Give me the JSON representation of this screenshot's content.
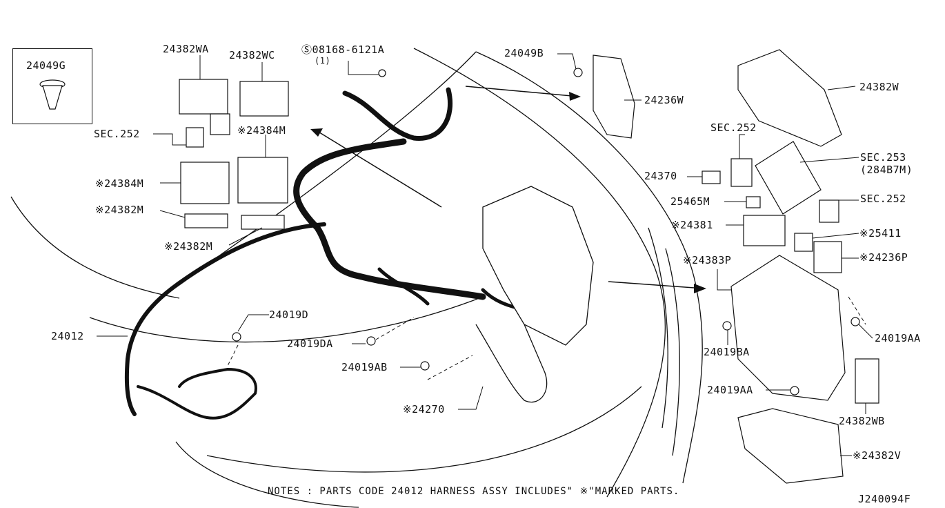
{
  "diagram_id": "J240094F",
  "notes": "NOTES : PARTS CODE 24012 HARNESS ASSY INCLUDES\" ※\"MARKED PARTS.",
  "inset_part": "24049G",
  "parts": {
    "p24382WA": "24382WA",
    "p24382WC": "24382WC",
    "p08168": "Ⓢ08168-6121A",
    "p08168_qty": "(1)",
    "p24049B": "24049B",
    "p24236W": "24236W",
    "p24382W": "24382W",
    "sec252_left": "SEC.252",
    "p24384M_top": "※24384M",
    "p24384M_left": "※24384M",
    "p24382M_left": "※24382M",
    "p24382M_bottom": "※24382M",
    "sec252_right_top": "SEC.252",
    "p24370": "24370",
    "sec253": "SEC.253",
    "sec253_sub": "(284B7M)",
    "p25465M": "25465M",
    "sec252_right": "SEC.252",
    "p24381": "※24381",
    "p25411": "※25411",
    "p24383P": "※24383P",
    "p24236P": "※24236P",
    "p24012": "24012",
    "p24019D": "24019D",
    "p24019DA": "24019DA",
    "p24019AB": "24019AB",
    "p24270": "※24270",
    "p24019BA": "24019BA",
    "p24019AA_right": "24019AA",
    "p24019AA_left": "24019AA",
    "p24382WB": "24382WB",
    "p24382V": "※24382V"
  }
}
